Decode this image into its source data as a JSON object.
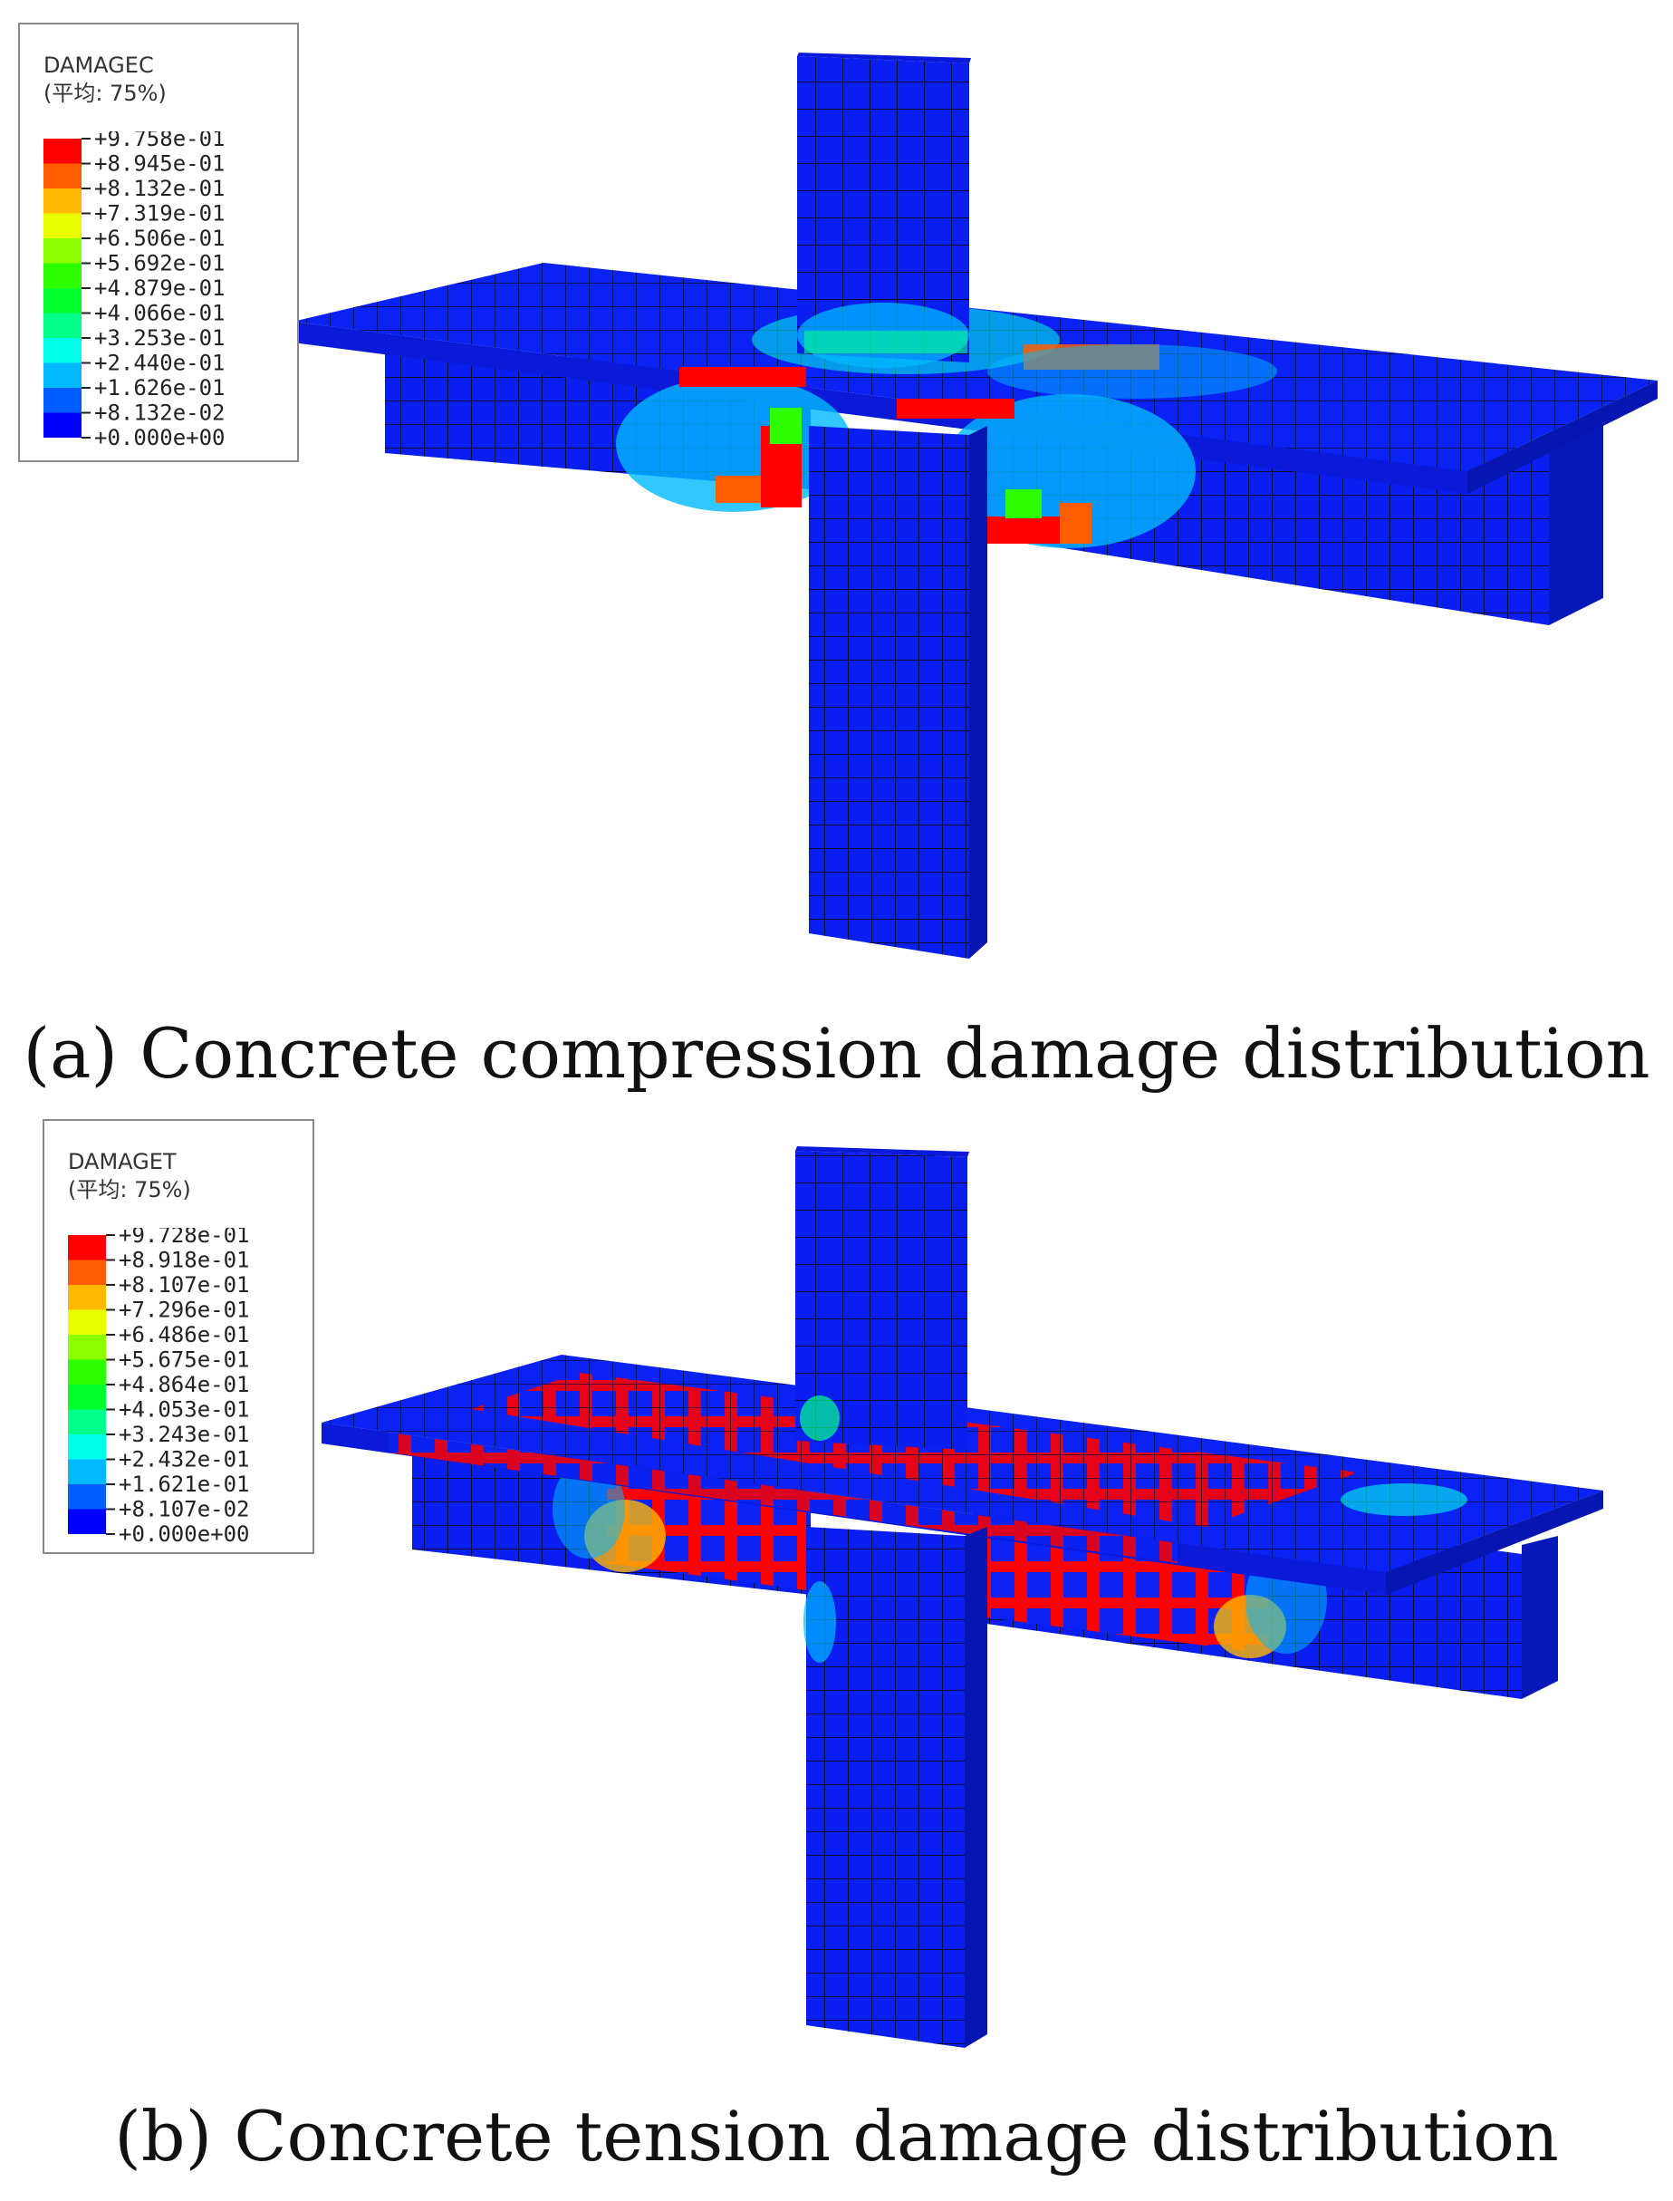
{
  "colors": {
    "scale": [
      "#0000ff",
      "#005dff",
      "#00b9ff",
      "#00ffe8",
      "#00ff8b",
      "#00ff2e",
      "#2eff00",
      "#8bff00",
      "#e8ff00",
      "#ffb900",
      "#ff5d00",
      "#ff0000"
    ],
    "mesh_line": "#0a0a30",
    "legend_border": "#8a8a8a"
  },
  "panels": [
    {
      "legend": {
        "title": "DAMAGEC",
        "subtitle": "(平均: 75%)",
        "values": [
          "+9.758e-01",
          "+8.945e-01",
          "+8.132e-01",
          "+7.319e-01",
          "+6.506e-01",
          "+5.692e-01",
          "+4.879e-01",
          "+4.066e-01",
          "+3.253e-01",
          "+2.440e-01",
          "+1.626e-01",
          "+8.132e-02",
          "+0.000e+00"
        ]
      },
      "caption": "(a) Concrete compression damage distribution"
    },
    {
      "legend": {
        "title": "DAMAGET",
        "subtitle": "(平均: 75%)",
        "values": [
          "+9.728e-01",
          "+8.918e-01",
          "+8.107e-01",
          "+7.296e-01",
          "+6.486e-01",
          "+5.675e-01",
          "+4.864e-01",
          "+4.053e-01",
          "+3.243e-01",
          "+2.432e-01",
          "+1.621e-01",
          "+8.107e-02",
          "+0.000e+00"
        ]
      },
      "caption": "(b) Concrete tension damage distribution"
    }
  ]
}
